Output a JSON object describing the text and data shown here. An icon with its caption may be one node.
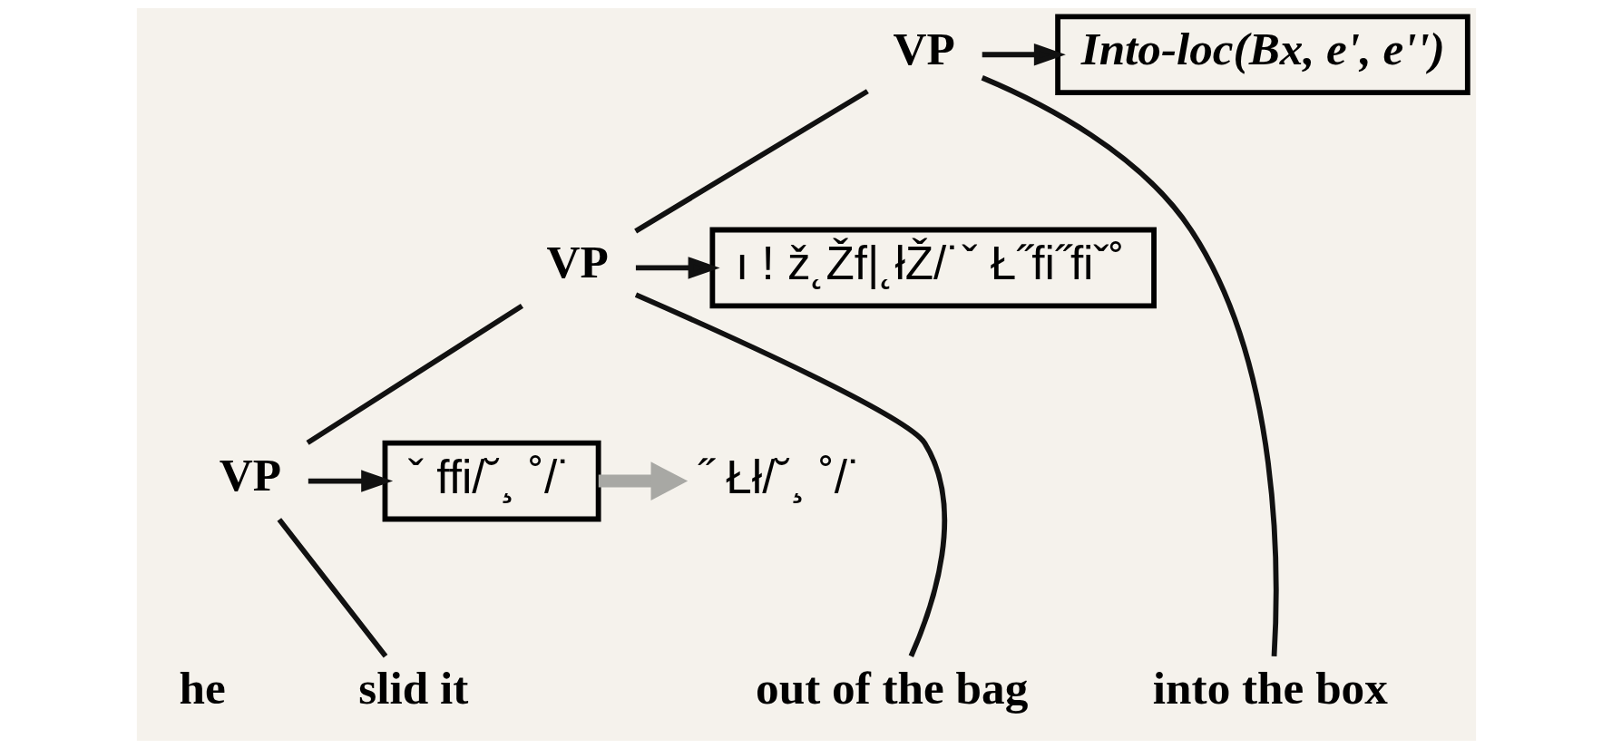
{
  "diagram": {
    "nodes": [
      {
        "text": [
          "VP"
        ]
      },
      {
        "text": [
          "VP"
        ]
      },
      {
        "text": [
          "VP"
        ]
      },
      {
        "text": [
          "Into-loc(Bx, e', e'')"
        ]
      },
      {
        "text": [
          "ı ! ž˛Žf|˛łŽ/˙ˇ Ł˝fi˝fiˇ˚"
        ]
      },
      {
        "text": [
          "ˇ ffi/˘¸ ˚/˙"
        ]
      },
      {
        "text": [
          "˝ Łł/˘¸ ˚/˙"
        ]
      },
      {
        "text": [
          "he"
        ]
      },
      {
        "text": [
          "slid it"
        ]
      },
      {
        "text": [
          "out of the bag"
        ]
      },
      {
        "text": [
          "into the box"
        ]
      }
    ],
    "edges": [
      {
        "from": 0,
        "to": 3,
        "arrow": "to"
      },
      {
        "from": 0,
        "to": 1,
        "arrow": "none"
      },
      {
        "from": 0,
        "to": 10,
        "arrow": "none"
      },
      {
        "from": 1,
        "to": 4,
        "arrow": "to"
      },
      {
        "from": 1,
        "to": 2,
        "arrow": "none"
      },
      {
        "from": 1,
        "to": 9,
        "arrow": "none"
      },
      {
        "from": 2,
        "to": 5,
        "arrow": "to"
      },
      {
        "from": 2,
        "to": 8,
        "arrow": "none"
      },
      {
        "from": 5,
        "to": 6,
        "arrow": "to",
        "style": "thick",
        "color": "#a8a8a4"
      }
    ]
  }
}
